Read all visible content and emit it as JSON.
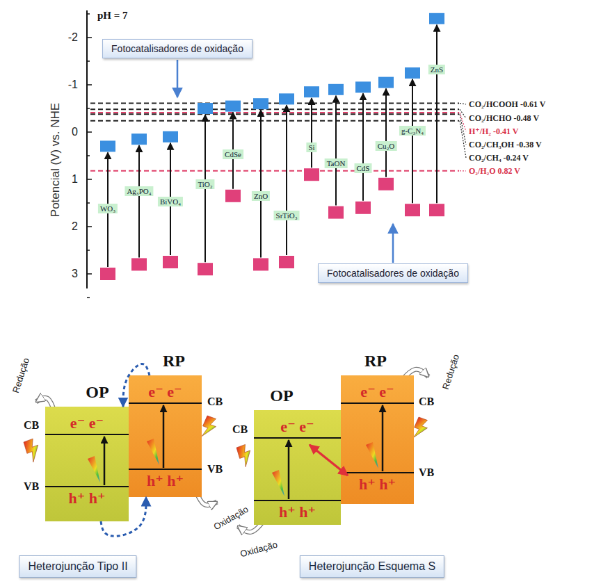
{
  "diagram": {
    "nodes": [
      {
        "text": [
          "Fotocatalisadores de oxidação"
        ]
      },
      {
        "text": [
          "WO₃"
        ]
      },
      {
        "text": [
          "Ag₃PO₄"
        ]
      },
      {
        "text": [
          "BiVO₄"
        ]
      },
      {
        "text": [
          "TiO₂"
        ]
      },
      {
        "text": [
          "CdSe"
        ]
      },
      {
        "text": [
          "ZnO"
        ]
      },
      {
        "text": [
          "SrTiO₃"
        ]
      },
      {
        "text": [
          "Si"
        ]
      },
      {
        "text": [
          "TaON"
        ]
      },
      {
        "text": [
          "CdS"
        ]
      },
      {
        "text": [
          "Cu₂O"
        ]
      },
      {
        "text": [
          "g-C₃N₄"
        ]
      },
      {
        "text": [
          "ZnS"
        ]
      },
      {
        "text": [
          "Fotocatalisadores de oxidação"
        ]
      },
      {
        "text": [
          "OP",
          "e⁻ e⁻",
          "h⁺ h⁺"
        ]
      },
      {
        "text": [
          "RP",
          "e⁻ e⁻",
          "h⁺ h⁺"
        ]
      },
      {
        "text": [
          "Heterojunção Tipo II"
        ]
      },
      {
        "text": [
          "OP",
          "e⁻ e⁻",
          "h⁺ h⁺"
        ]
      },
      {
        "text": [
          "RP",
          "e⁻ e⁻",
          "h⁺ h⁺"
        ]
      },
      {
        "text": [
          "Heterojunção Esquema S"
        ]
      }
    ],
    "edges": [
      {
        "from": 16,
        "to": 15,
        "arrow": "to"
      },
      {
        "from": 15,
        "to": 16,
        "arrow": "to"
      },
      {
        "from": 18,
        "to": 19,
        "arrow": "both"
      }
    ],
    "labels": [
      "pH = 7",
      "Potencial (V) vs. NHE",
      "-2",
      "-1",
      "0",
      "1",
      "2",
      "3",
      "CO₂/HCOOH -0.61 V",
      "CO₂/HCHO -0.48 V",
      "H⁺/H₂ -0.41 V",
      "CO₂/CH₃OH -0.38 V",
      "CO₂/CH₄ -0.24 V",
      "O₂/H₂O 0.82 V",
      "Redução",
      "CB",
      "VB",
      "CB",
      "VB",
      "Oxidação",
      "Redução",
      "CB",
      "CB",
      "VB",
      "Oxidação"
    ]
  }
}
